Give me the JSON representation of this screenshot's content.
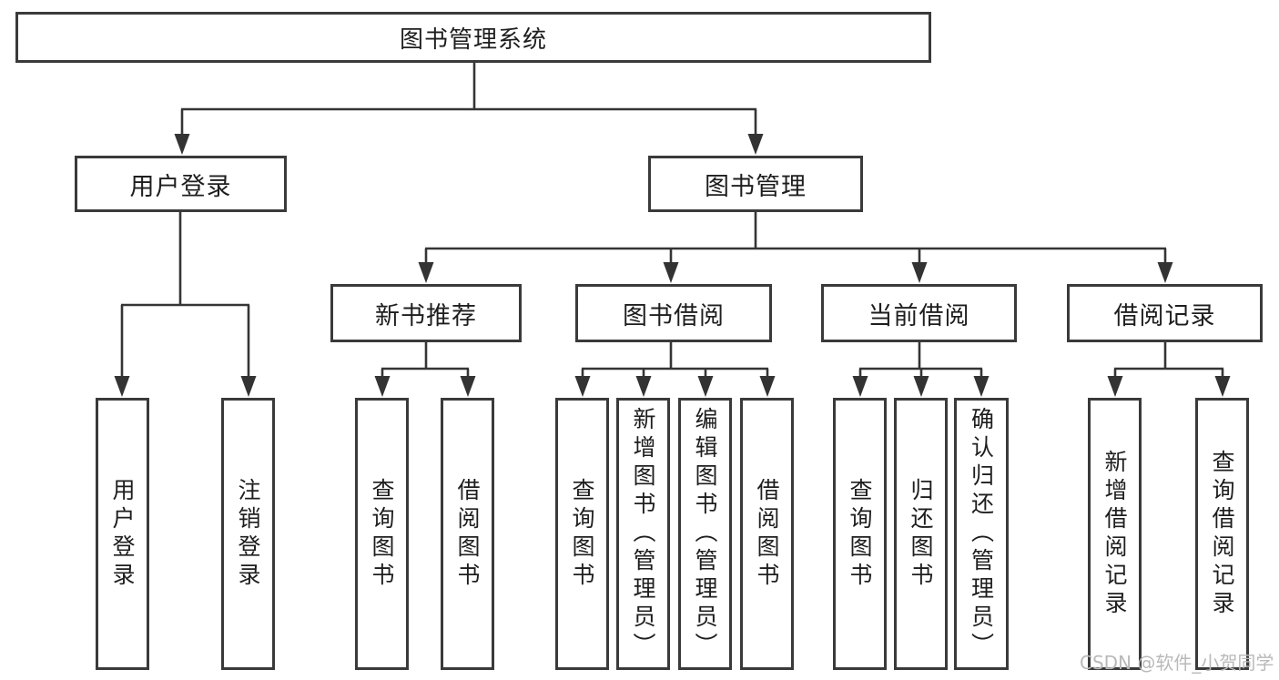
{
  "diagram": {
    "colors": {
      "line": "#353535",
      "box_border": "#3a3a3a",
      "text": "#1e1e1e",
      "background": "#ffffff",
      "watermark": "#b9b9b9"
    },
    "watermark": {
      "text": "CSDN @软件_小贺同学"
    },
    "tree": {
      "root": {
        "label": "图书管理系统"
      },
      "branches": [
        {
          "label": "用户登录",
          "leaves": [
            {
              "label": "用户登录"
            },
            {
              "label": "注销登录"
            }
          ]
        },
        {
          "label": "图书管理",
          "groups": [
            {
              "label": "新书推荐",
              "leaves": [
                {
                  "label": "查询图书"
                },
                {
                  "label": "借阅图书"
                }
              ]
            },
            {
              "label": "图书借阅",
              "leaves": [
                {
                  "label": "查询图书"
                },
                {
                  "label": "新增图书（管理员）"
                },
                {
                  "label": "编辑图书（管理员）"
                },
                {
                  "label": "借阅图书"
                }
              ]
            },
            {
              "label": "当前借阅",
              "leaves": [
                {
                  "label": "查询图书"
                },
                {
                  "label": "归还图书"
                },
                {
                  "label": "确认归还（管理员）"
                }
              ]
            },
            {
              "label": "借阅记录",
              "leaves": [
                {
                  "label": "新增借阅记录"
                },
                {
                  "label": "查询借阅记录"
                }
              ]
            }
          ]
        }
      ]
    }
  }
}
